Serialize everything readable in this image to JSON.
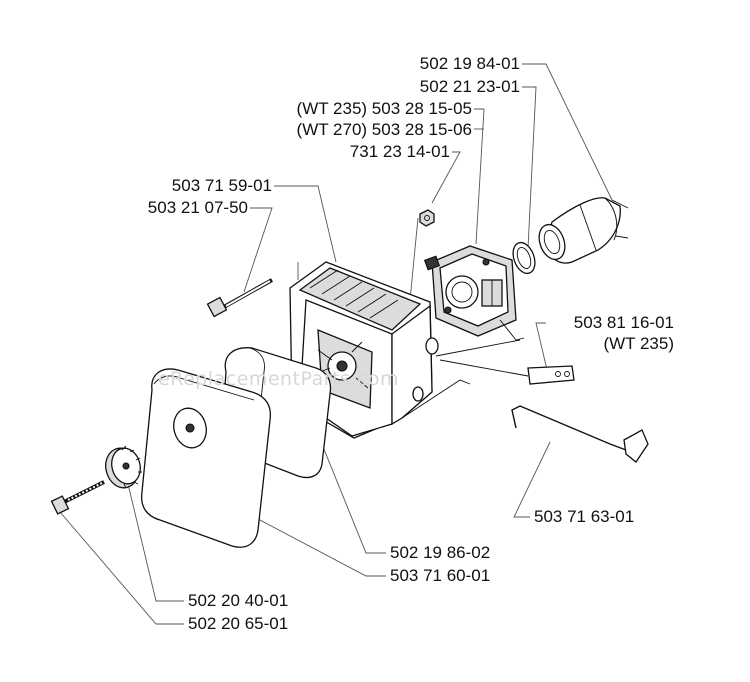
{
  "watermark": "eReplacementParts.com",
  "callouts": {
    "c1": "502 19 84-01",
    "c2": "502 21 23-01",
    "c3": "(WT 235) 503 28 15-05",
    "c4": "(WT 270) 503 28 15-06",
    "c5": "731 23 14-01",
    "c6": "503 71 59-01",
    "c7": "503 21 07-50",
    "c8a": "503 81 16-01",
    "c8b": "(WT 235)",
    "c9": "503 71 63-01",
    "c10": "502 19 86-02",
    "c11": "503 71 60-01",
    "c12": "502 20 40-01",
    "c13": "502 20 65-01"
  }
}
